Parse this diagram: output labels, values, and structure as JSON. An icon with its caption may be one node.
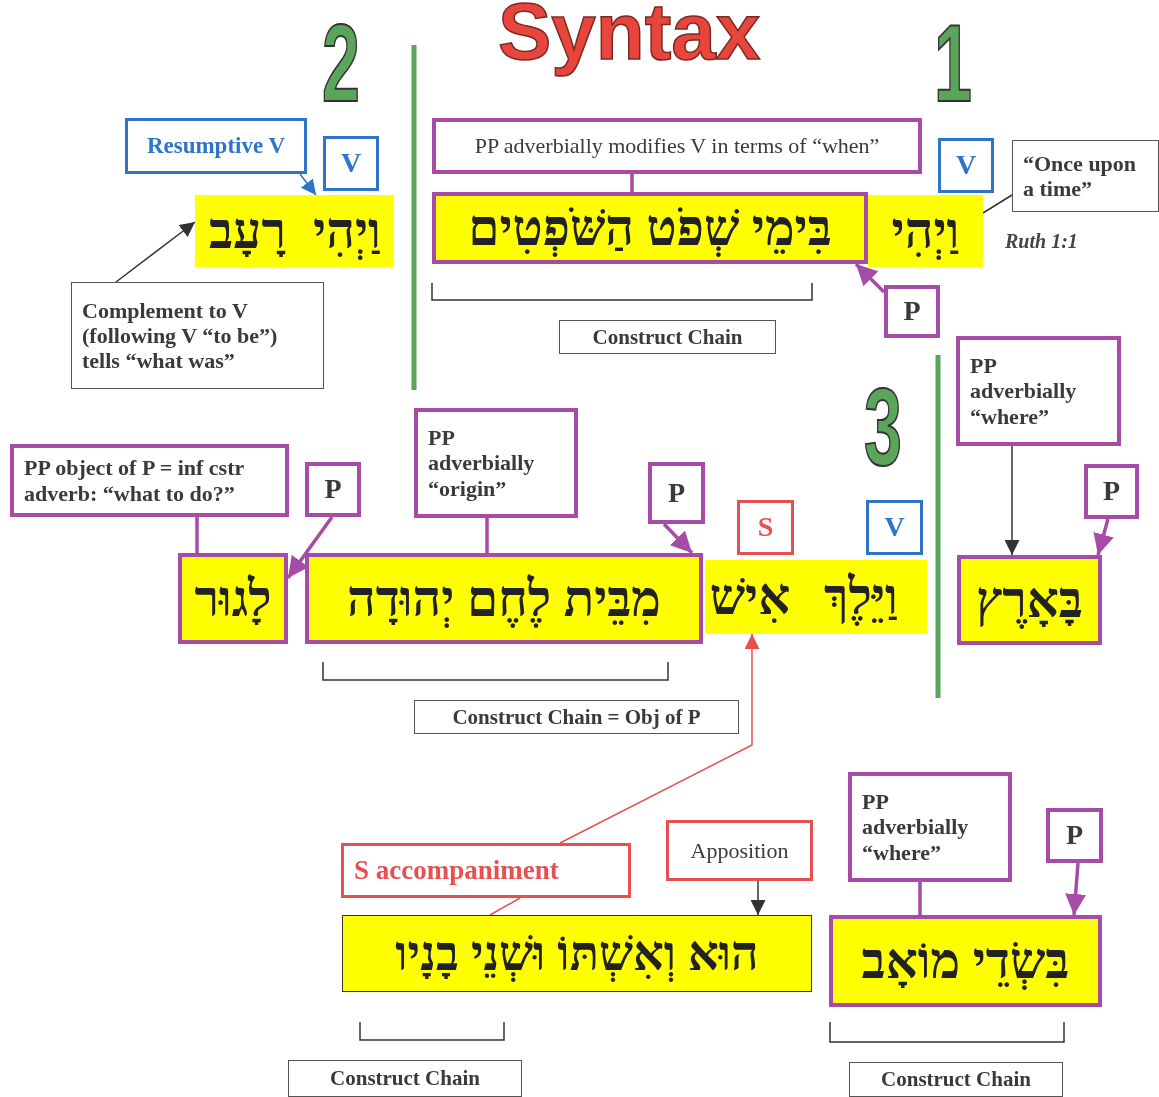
{
  "diagram": {
    "title": "Syntax",
    "nodes": [
      {
        "text": [
          "Resumptive V"
        ]
      },
      {
        "text": [
          "V"
        ]
      },
      {
        "text": [
          "וַיְהִי"
        ]
      },
      {
        "text": [
          "רָעָב"
        ]
      },
      {
        "text": [
          "Complement to V (following V “to be”) tells “what was”"
        ]
      },
      {
        "text": [
          "PP adverbially modifies V in terms of “when”"
        ]
      },
      {
        "text": [
          "V"
        ]
      },
      {
        "text": [
          "“Once upon a time”"
        ]
      },
      {
        "text": [
          "בִּימֵי שְׁפֹט הַשֹּׁפְטִים"
        ]
      },
      {
        "text": [
          "וַיְהִי"
        ]
      },
      {
        "text": [
          "P"
        ]
      },
      {
        "text": [
          "Construct Chain"
        ]
      },
      {
        "text": [
          "PP adverbially “where”"
        ]
      },
      {
        "text": [
          "P"
        ]
      },
      {
        "text": [
          "בָּאָרֶץ"
        ]
      },
      {
        "text": [
          "PP object of P = inf cstr adverb: “what to do?”"
        ]
      },
      {
        "text": [
          "P"
        ]
      },
      {
        "text": [
          "PP adverbially “origin”"
        ]
      },
      {
        "text": [
          "P"
        ]
      },
      {
        "text": [
          "S"
        ]
      },
      {
        "text": [
          "V"
        ]
      },
      {
        "text": [
          "לָגוּר"
        ]
      },
      {
        "text": [
          "מִבֵּית לֶחֶם יְהוּדָה"
        ]
      },
      {
        "text": [
          "אִישׁ"
        ]
      },
      {
        "text": [
          "וַיֵּלֶךְ"
        ]
      },
      {
        "text": [
          "Construct Chain = Obj of P"
        ]
      },
      {
        "text": [
          "PP adverbially “where”"
        ]
      },
      {
        "text": [
          "Apposition"
        ]
      },
      {
        "text": [
          "P"
        ]
      },
      {
        "text": [
          "S accompaniment"
        ]
      },
      {
        "text": [
          "הוּא וְאִשְׁתּוֹ וּשְׁנֵי בָנָיו"
        ]
      },
      {
        "text": [
          "בִּשְׂדֵי מוֹאָב"
        ]
      },
      {
        "text": [
          "Construct Chain"
        ]
      },
      {
        "text": [
          "Construct Chain"
        ]
      }
    ],
    "edges": [
      {
        "from": 0,
        "to": 2,
        "arrow": "to",
        "color": "#2e75c9"
      },
      {
        "from": 4,
        "to": 3,
        "arrow": "to",
        "color": "#333333"
      },
      {
        "from": 5,
        "to": 8,
        "arrow": "none"
      },
      {
        "from": 7,
        "to": 9,
        "arrow": "none",
        "color": "#333333"
      },
      {
        "from": 10,
        "to": 8,
        "arrow": "to"
      },
      {
        "from": 12,
        "to": 14,
        "arrow": "to",
        "color": "#333333"
      },
      {
        "from": 13,
        "to": 14,
        "arrow": "to"
      },
      {
        "from": 15,
        "to": 21,
        "arrow": "none"
      },
      {
        "from": 16,
        "to": 21,
        "arrow": "to"
      },
      {
        "from": 17,
        "to": 22,
        "arrow": "none"
      },
      {
        "from": 18,
        "to": 22,
        "arrow": "to"
      },
      {
        "from": 29,
        "to": 23,
        "arrow": "to",
        "color": "#e8504f"
      },
      {
        "from": 29,
        "to": 30,
        "arrow": "none",
        "color": "#e8504f"
      },
      {
        "from": 27,
        "to": 30,
        "arrow": "to",
        "color": "#333333"
      },
      {
        "from": 26,
        "to": 31,
        "arrow": "none"
      },
      {
        "from": 28,
        "to": 31,
        "arrow": "to"
      }
    ],
    "labels": [
      "2",
      "1",
      "Ruth 1:1",
      "3"
    ]
  }
}
